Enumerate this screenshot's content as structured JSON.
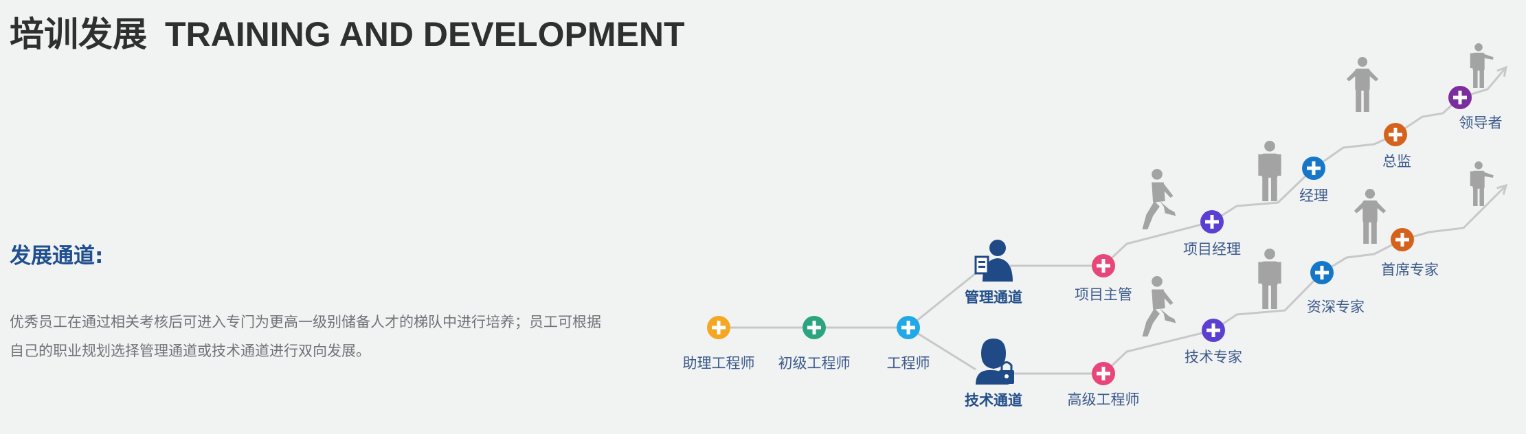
{
  "header": {
    "title_cn": "培训发展",
    "title_en": "TRAINING AND DEVELOPMENT"
  },
  "section": {
    "heading": "发展通道:",
    "description": "优秀员工在通过相关考核后可进入专门为更高一级别储备人才的梯队中进行培养；员工可根据自己的职业规划选择管理通道或技术通道进行双向发展。"
  },
  "diagram": {
    "colors": {
      "line": "#c8c8c8",
      "figure": "#a3a3a3",
      "channel_icon": "#1f4a86"
    },
    "entry_nodes": [
      {
        "label": "助理工程师",
        "color": "#f5a623"
      },
      {
        "label": "初级工程师",
        "color": "#2aa57f"
      },
      {
        "label": "工程师",
        "color": "#1fa9e6"
      }
    ],
    "channels": {
      "management": {
        "label": "管理通道",
        "icon": "manager-icon",
        "nodes": [
          {
            "label": "项目主管",
            "color": "#e8457a"
          },
          {
            "label": "项目经理",
            "color": "#5b3fd1"
          },
          {
            "label": "经理",
            "color": "#1677c9"
          },
          {
            "label": "总监",
            "color": "#d5621c"
          },
          {
            "label": "领导者",
            "color": "#7b2d9e"
          }
        ]
      },
      "technical": {
        "label": "技术通道",
        "icon": "technician-lock-icon",
        "nodes": [
          {
            "label": "高级工程师",
            "color": "#e8457a"
          },
          {
            "label": "技术专家",
            "color": "#5b3fd1"
          },
          {
            "label": "资深专家",
            "color": "#1677c9"
          },
          {
            "label": "首席专家",
            "color": "#d5621c"
          }
        ]
      }
    }
  }
}
